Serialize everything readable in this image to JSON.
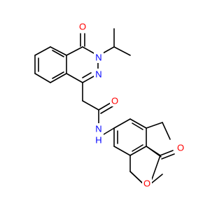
{
  "molecule": {
    "atoms": {
      "o_amide_ring": "O",
      "n_ring": "N",
      "n_ring2": "N",
      "o_acetamide": "O",
      "n_amide": "N",
      "h_amide": "H",
      "o_lactone_carbonyl": "O",
      "o_lactone_ring": "O"
    },
    "colors": {
      "carbon_bond": "#000000",
      "oxygen": "#ff0000",
      "nitrogen": "#0000ff",
      "background": "#ffffff"
    }
  }
}
